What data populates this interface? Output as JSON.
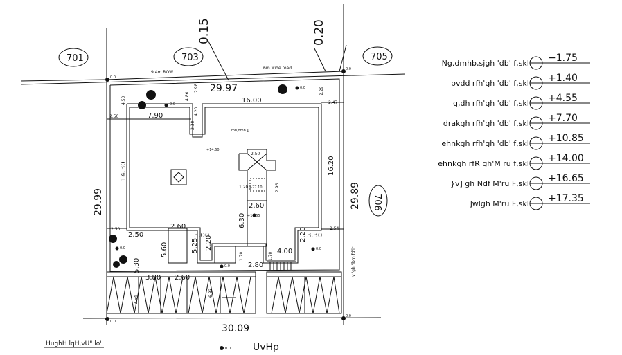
{
  "plot_numbers": {
    "top_left": "701",
    "top_center": "703",
    "top_right": "705",
    "right": "706"
  },
  "slopes": {
    "left": "0.15",
    "right": "0.20"
  },
  "road_labels": {
    "left": "9.4m ROW",
    "right": "6m wide road"
  },
  "dimensions": {
    "top_frontage": "29.97",
    "bottom_frontage": "30.09",
    "left_depth": "29.99",
    "right_depth": "29.89",
    "building_width": "16.00",
    "left_wing": "7.90",
    "left_height": "14.30",
    "right_height": "16.20",
    "core_depth": "6.30",
    "core_width": "2.60",
    "setback_top_right": "2.47",
    "setback_top_right_v": "2.29",
    "setback_left_top": "2.50",
    "setback_left_v": "4.50",
    "notch_v1": "4.86",
    "notch_v2": "2.98",
    "notch_w": "4.20",
    "notch_small": "2.30",
    "bottom_left_v1": "5.60",
    "bottom_left_v2": "5.30",
    "bottom_left_w1": "2.60",
    "bottom_left_w2": "3.00",
    "bottom_left_w3": "2.50",
    "bottom_left_w4": "2.50",
    "mid_v1": "5.25",
    "mid_v2": "2.20",
    "entry_w": "2.80",
    "entry_v": "1.70",
    "right_wing_w": "3.30",
    "right_wing_h": "2.20",
    "right_wing_w2": "4.00",
    "right_side_setback": "2.54",
    "shaft_v": "1.70",
    "park_1": "3.80",
    "park_2": "2.60",
    "park_3": "3.54",
    "park_4": "6.33",
    "core_small_1": "2.50",
    "core_small_2": "2.96",
    "core_small_3": "1.20"
  },
  "levels": [
    {
      "value": "−1.75",
      "label": "Ng.dmhb,sjgh 'db' f,skI"
    },
    {
      "value": "+1.40",
      "label": "bvdd rfh'gh 'db' f,skI"
    },
    {
      "value": "+4.55",
      "label": "g,dh rfh'gh 'db' f,skI"
    },
    {
      "value": "+7.70",
      "label": "drakgh rfh'gh 'db' f,skI"
    },
    {
      "value": "+10.85",
      "label": "ehnkgh rfh'gh 'db' f,skI"
    },
    {
      "value": "+14.00",
      "label": "ehnkgh rfR gh'M ru f,skI"
    },
    {
      "value": "+16.65",
      "label": "}v] gh Ndf M'ru F,skI"
    },
    {
      "value": "+17.35",
      "label": "]wlgh M'ru F,skI"
    }
  ],
  "inner_labels": {
    "mumty": "mb,dmh ]j",
    "lift": "+14.60",
    "lift2": "+27.10",
    "entry_level": "+16.65",
    "side_note_right": "v 'gh 'lbm fd'lr"
  },
  "spot_level": "0.0",
  "caption": "UvHp",
  "caption_left": "HughH lqH,vU\" lo'",
  "colors": {
    "line": "#111111",
    "background": "#ffffff"
  }
}
